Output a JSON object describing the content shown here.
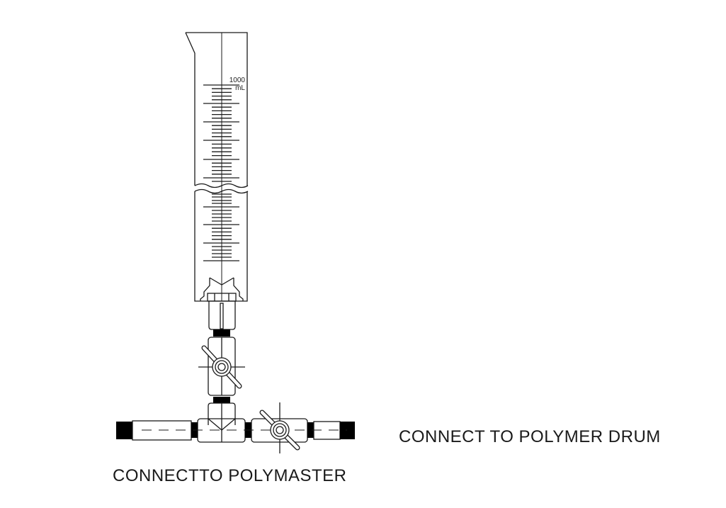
{
  "cylinder": {
    "capacity_value": "1000",
    "capacity_unit": "mL"
  },
  "labels": {
    "polymaster": "CONNECTTO POLYMASTER",
    "drum": "CONNECT TO POLYMER DRUM"
  },
  "colors": {
    "line": "#1a1a1a",
    "fitting": "#000000"
  }
}
